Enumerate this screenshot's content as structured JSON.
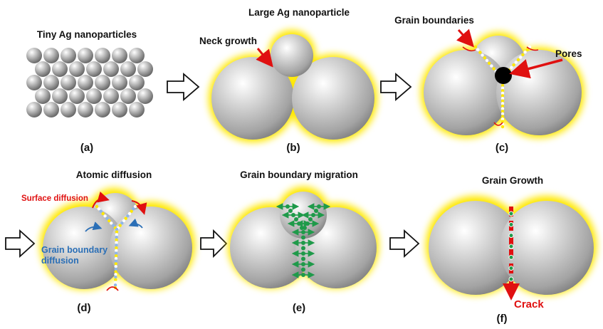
{
  "panels": {
    "a": {
      "title": "Tiny Ag nanoparticles",
      "label": "(a)"
    },
    "b": {
      "title": "Large Ag nanoparticle",
      "label": "(b)",
      "note": "Neck growth"
    },
    "c": {
      "title": "Grain boundaries",
      "label": "(c)",
      "note": "Pores"
    },
    "d": {
      "title": "Atomic diffusion",
      "label": "(d)",
      "note_surface": "Surface diffusion",
      "note_gb_1": "Grain boundary",
      "note_gb_2": "diffusion"
    },
    "e": {
      "title": "Grain boundary migration",
      "label": "(e)"
    },
    "f": {
      "title": "Grain Growth",
      "label": "(f)",
      "note": "Crack"
    }
  },
  "colors": {
    "particle": "#c8c8c8",
    "glow": "#ffe800",
    "red": "#e01010",
    "blue": "#2b6fb6",
    "green": "#1f9a4a"
  }
}
